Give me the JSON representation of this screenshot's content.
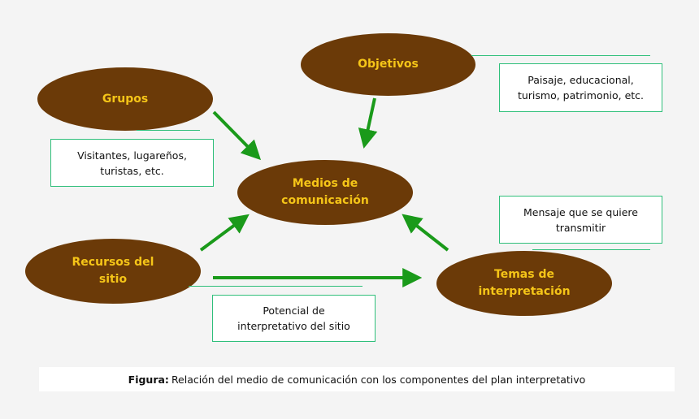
{
  "nodes": {
    "objetivos": "Objetivos",
    "grupos": "Grupos",
    "medios": "Medios de\ncomunicación",
    "recursos": "Recursos del\nsitio",
    "temas": "Temas de\ninterpretación"
  },
  "notes": {
    "objetivos": "Paisaje, educacional,\nturismo, patrimonio, etc.",
    "grupos": "Visitantes, lugareños,\nturistas, etc.",
    "temas": "Mensaje que se quiere\ntransmitir",
    "recursos": "Potencial de\ninterpretativo del sitio"
  },
  "caption": {
    "label": "Figura:",
    "text": "Relación del medio de comunicación con los componentes del plan interpretativo"
  },
  "colors": {
    "node_fill": "#6b3a08",
    "node_text": "#f5c518",
    "arrow": "#1a9a1a",
    "note_border": "#2fbf7a",
    "background": "#f4f4f4"
  }
}
